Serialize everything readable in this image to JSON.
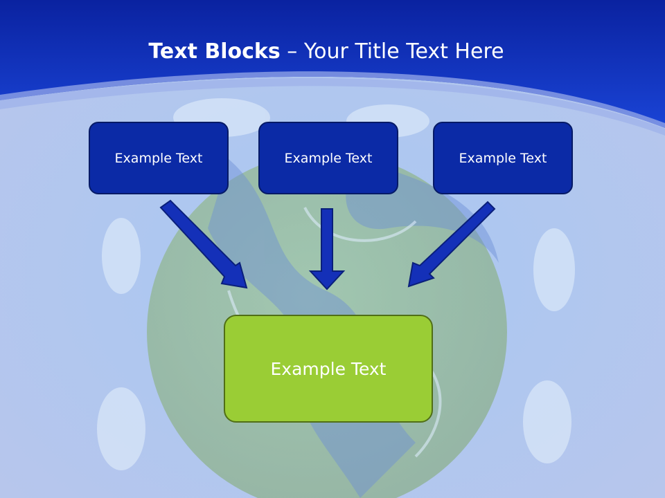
{
  "slide": {
    "title_bold": "Text Blocks",
    "title_dash": "–",
    "title_rest": "Your Title Text Here"
  },
  "top_blocks": [
    {
      "label": "Example Text"
    },
    {
      "label": "Example Text"
    },
    {
      "label": "Example Text"
    }
  ],
  "bottom_block": {
    "label": "Example Text"
  },
  "colors": {
    "header_blue": "#0b2aa6",
    "block_blue": "#0b2aa6",
    "block_green": "#9acd35",
    "arrow_blue": "#1430b8"
  }
}
